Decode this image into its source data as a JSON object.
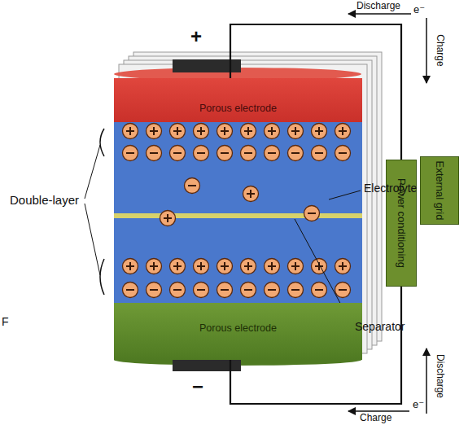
{
  "diagram": {
    "nodes": [
      {
        "text": [
          "Porous electrode"
        ]
      },
      {
        "text": [
          "Porous electrode"
        ]
      },
      {
        "text": [
          "Power conditioning"
        ]
      },
      {
        "text": [
          "External grid"
        ]
      }
    ],
    "edges": [
      {
        "from": 0,
        "to": 2,
        "arrow": "none"
      },
      {
        "from": 1,
        "to": 2,
        "arrow": "none"
      }
    ],
    "labels": [
      "Double-layer",
      "Electrolyte",
      "Separator",
      "+",
      "−",
      "Discharge",
      "e⁻",
      "Charge",
      "Discharge",
      "e⁻",
      "Charge",
      "F"
    ]
  }
}
